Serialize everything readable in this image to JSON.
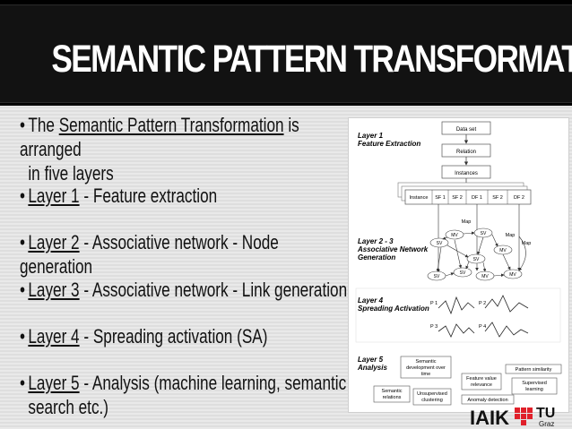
{
  "title": "SEMANTIC PATTERN TRANSFORMATION",
  "bullets": [
    {
      "pre": "The ",
      "link": "Semantic Pattern Transformation",
      "post": " is arranged",
      "line2": "in five layers"
    },
    {
      "pre": "",
      "link": "Layer 1",
      "post": " - Feature extraction",
      "line2": ""
    },
    {
      "pre": "",
      "link": "Layer 2",
      "post": " - Associative network - Node generation",
      "line2": ""
    },
    {
      "pre": "",
      "link": "Layer 3",
      "post": " - Associative network - Link generation",
      "line2": ""
    },
    {
      "pre": "",
      "link": "Layer 4",
      "post": " - Spreading activation (SA)",
      "line2": ""
    },
    {
      "pre": "",
      "link": "Layer 5",
      "post": " - Analysis (machine learning, semantic",
      "line2": "search etc.)"
    }
  ],
  "diagram": {
    "layer1": {
      "title": "Layer 1",
      "sub": "Feature Extraction"
    },
    "layer23": {
      "title": "Layer 2 - 3",
      "sub1": "Associative Network",
      "sub2": "Generation"
    },
    "layer4": {
      "title": "Layer 4",
      "sub": "Spreading Activation"
    },
    "layer5": {
      "title": "Layer 5",
      "sub": "Analysis"
    },
    "dataset": "Data set",
    "relation": "Relation",
    "instances": "Instances",
    "row": [
      "Instance",
      "SF 1",
      "SF 2",
      "DF 1",
      "SF 2",
      "DF 2"
    ],
    "nodes": {
      "map": "Map",
      "mv": "MV",
      "sv": "SV"
    },
    "patterns": [
      "P 1",
      "P 2",
      "P 3",
      "P 4"
    ],
    "analysis": {
      "semantic_dev": [
        "Semantic",
        "development over",
        "time"
      ],
      "pattern_similarity": "Pattern similarity",
      "feature_value": [
        "Feature value",
        "relevance"
      ],
      "supervised": [
        "Supervised",
        "learning"
      ],
      "semantic_rel": [
        "Semantic",
        "relations"
      ],
      "unsupervised": [
        "Unsupervised",
        "clustering"
      ],
      "anomaly": "Anomaly detection"
    }
  },
  "logo": {
    "left": "IAIK",
    "right": "TU",
    "sub": "Graz"
  },
  "colors": {
    "logo_red": "#e0202a",
    "text": "#111111"
  }
}
